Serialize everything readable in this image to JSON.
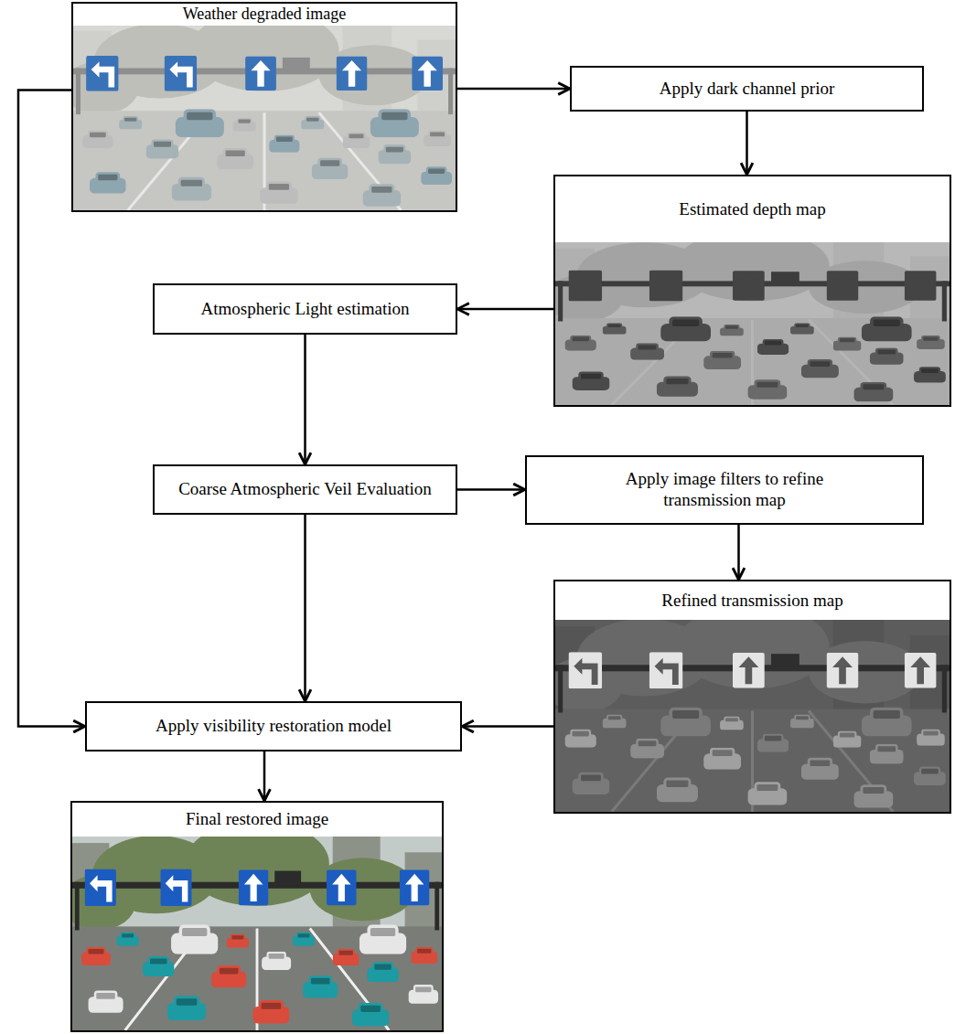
{
  "diagram": {
    "nodes": [
      {
        "text": [
          "Weather degraded image"
        ]
      },
      {
        "text": [
          "Apply dark channel prior"
        ]
      },
      {
        "text": [
          "Estimated depth map"
        ]
      },
      {
        "text": [
          "Atmospheric Light estimation"
        ]
      },
      {
        "text": [
          "Coarse Atmospheric Veil Evaluation"
        ]
      },
      {
        "text": [
          "Apply image filters to refine transmission map"
        ]
      },
      {
        "text": [
          "Refined transmission map"
        ]
      },
      {
        "text": [
          "Apply visibility restoration model"
        ]
      },
      {
        "text": [
          "Final restored image"
        ]
      }
    ],
    "edges": [
      {
        "from": 0,
        "to": 1,
        "arrow": "to"
      },
      {
        "from": 1,
        "to": 2,
        "arrow": "to"
      },
      {
        "from": 2,
        "to": 3,
        "arrow": "to"
      },
      {
        "from": 3,
        "to": 4,
        "arrow": "to"
      },
      {
        "from": 4,
        "to": 5,
        "arrow": "to"
      },
      {
        "from": 5,
        "to": 6,
        "arrow": "to"
      },
      {
        "from": 4,
        "to": 7,
        "arrow": "to"
      },
      {
        "from": 6,
        "to": 7,
        "arrow": "to"
      },
      {
        "from": 0,
        "to": 7,
        "arrow": "to"
      },
      {
        "from": 7,
        "to": 8,
        "arrow": "to"
      }
    ]
  }
}
